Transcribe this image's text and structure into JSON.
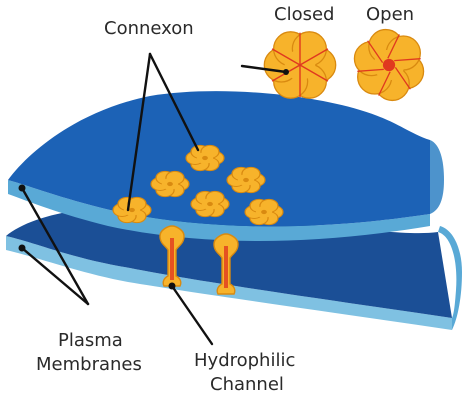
{
  "labels": {
    "connexon": "Connexon",
    "closed": "Closed",
    "open": "Open",
    "plasma_line1": "Plasma",
    "plasma_line2": "Membranes",
    "hydro_line1": "Hydrophilic",
    "hydro_line2": "Channel"
  },
  "colors": {
    "membrane_top": "#1c62b6",
    "membrane_lower": "#1b4f96",
    "membrane_edge": "#59a9d6",
    "membrane_edge_light": "#7fc1e2",
    "connexon_fill": "#f7b32b",
    "connexon_stroke": "#d98a10",
    "pore_red": "#e0391f",
    "leader": "#111111"
  }
}
